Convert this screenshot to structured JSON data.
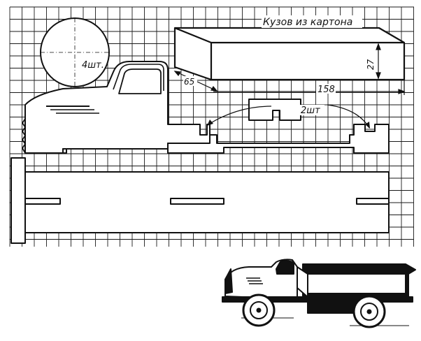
{
  "labels": {
    "body_title": "Кузов из картона",
    "wheel_count": "4шт.",
    "part_count": "2шт",
    "dim_length": "158",
    "dim_height": "27",
    "dim_depth": "65"
  }
}
